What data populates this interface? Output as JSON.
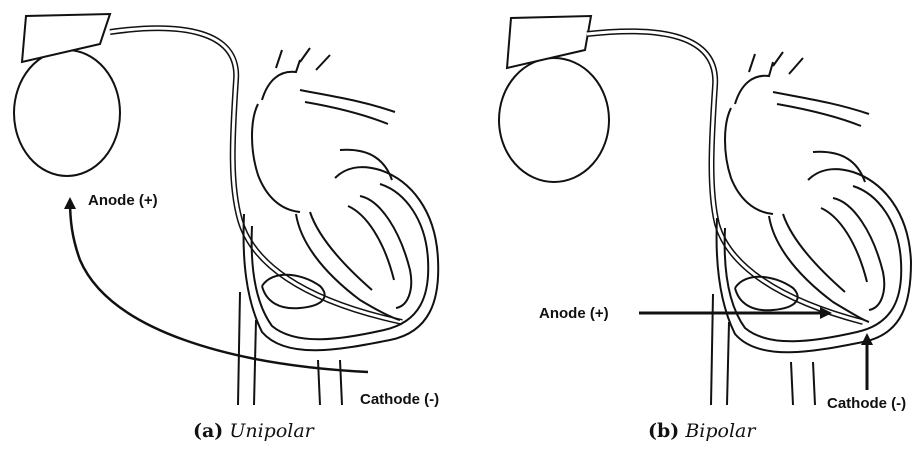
{
  "panels": [
    {
      "tag": "(a)",
      "name": "Unipolar",
      "anode_label": "Anode (+)",
      "cathode_label": "Cathode (-)"
    },
    {
      "tag": "(b)",
      "name": "Bipolar",
      "anode_label": "Anode (+)",
      "cathode_label": "Cathode (-)"
    }
  ],
  "colors": {
    "ink": "#111111",
    "background": "#ffffff"
  }
}
